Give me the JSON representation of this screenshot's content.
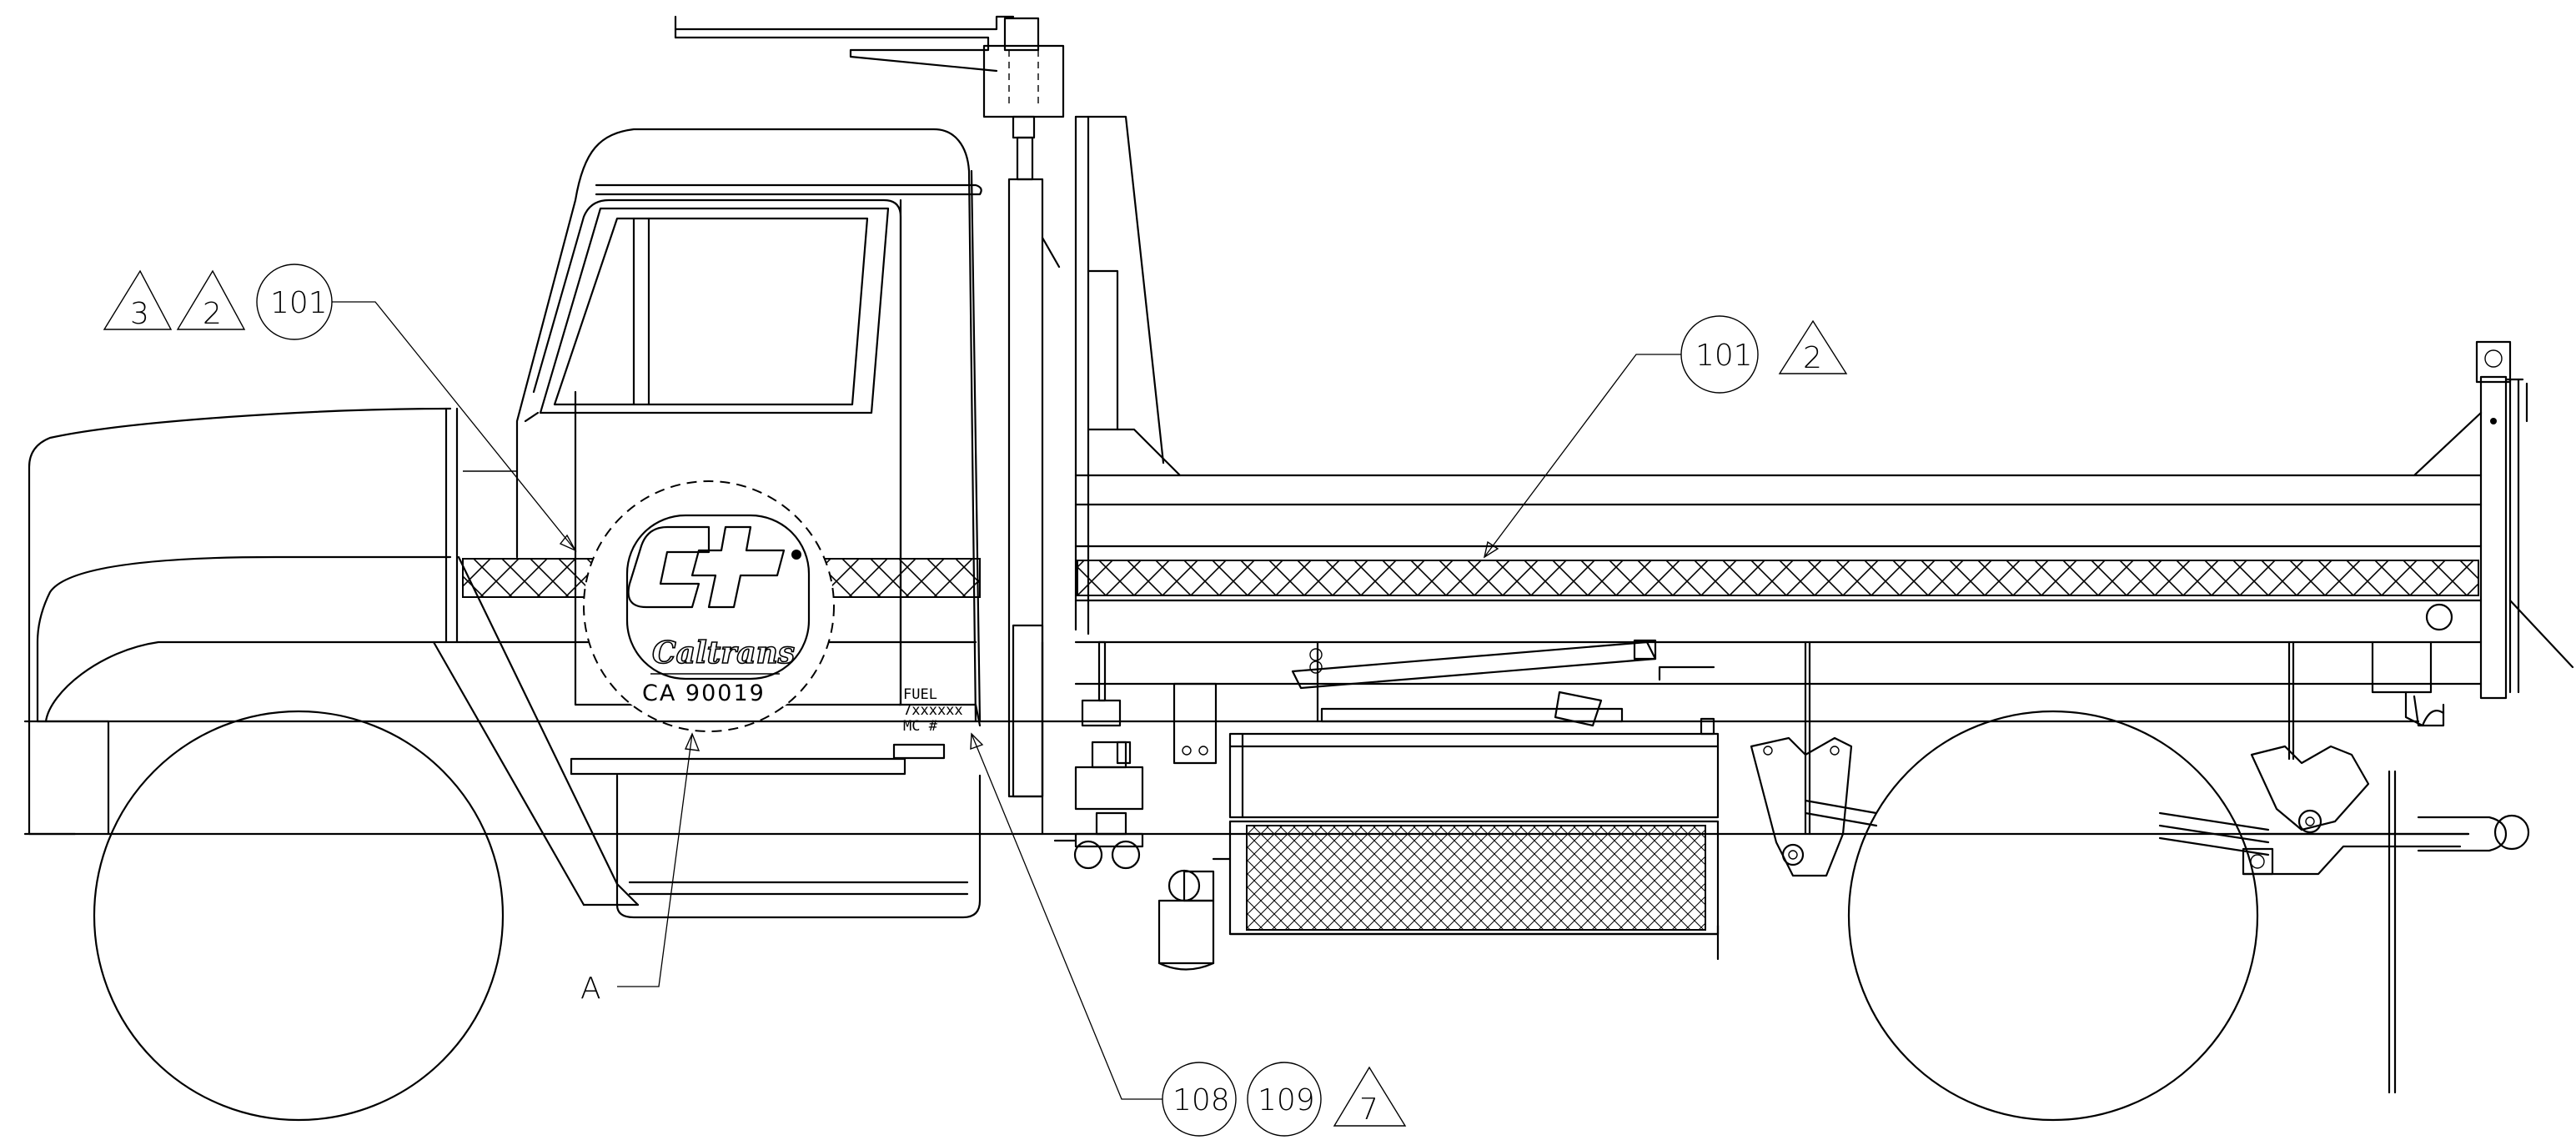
{
  "drawing": {
    "callouts": {
      "tri_3": "3",
      "tri_2_left": "2",
      "circle_101_left": "101",
      "circle_101_right": "101",
      "tri_2_right": "2",
      "label_A": "A",
      "circle_108": "108",
      "circle_109": "109",
      "tri_7": "7"
    },
    "door": {
      "logo_text": "Caltrans",
      "id_number": "CA 90019"
    },
    "fuel_tag": {
      "line1": "FUEL",
      "line2": "7xxxxxx",
      "line3": "MC  #"
    },
    "colors": {
      "ink": "#000000",
      "paper": "#ffffff"
    }
  }
}
